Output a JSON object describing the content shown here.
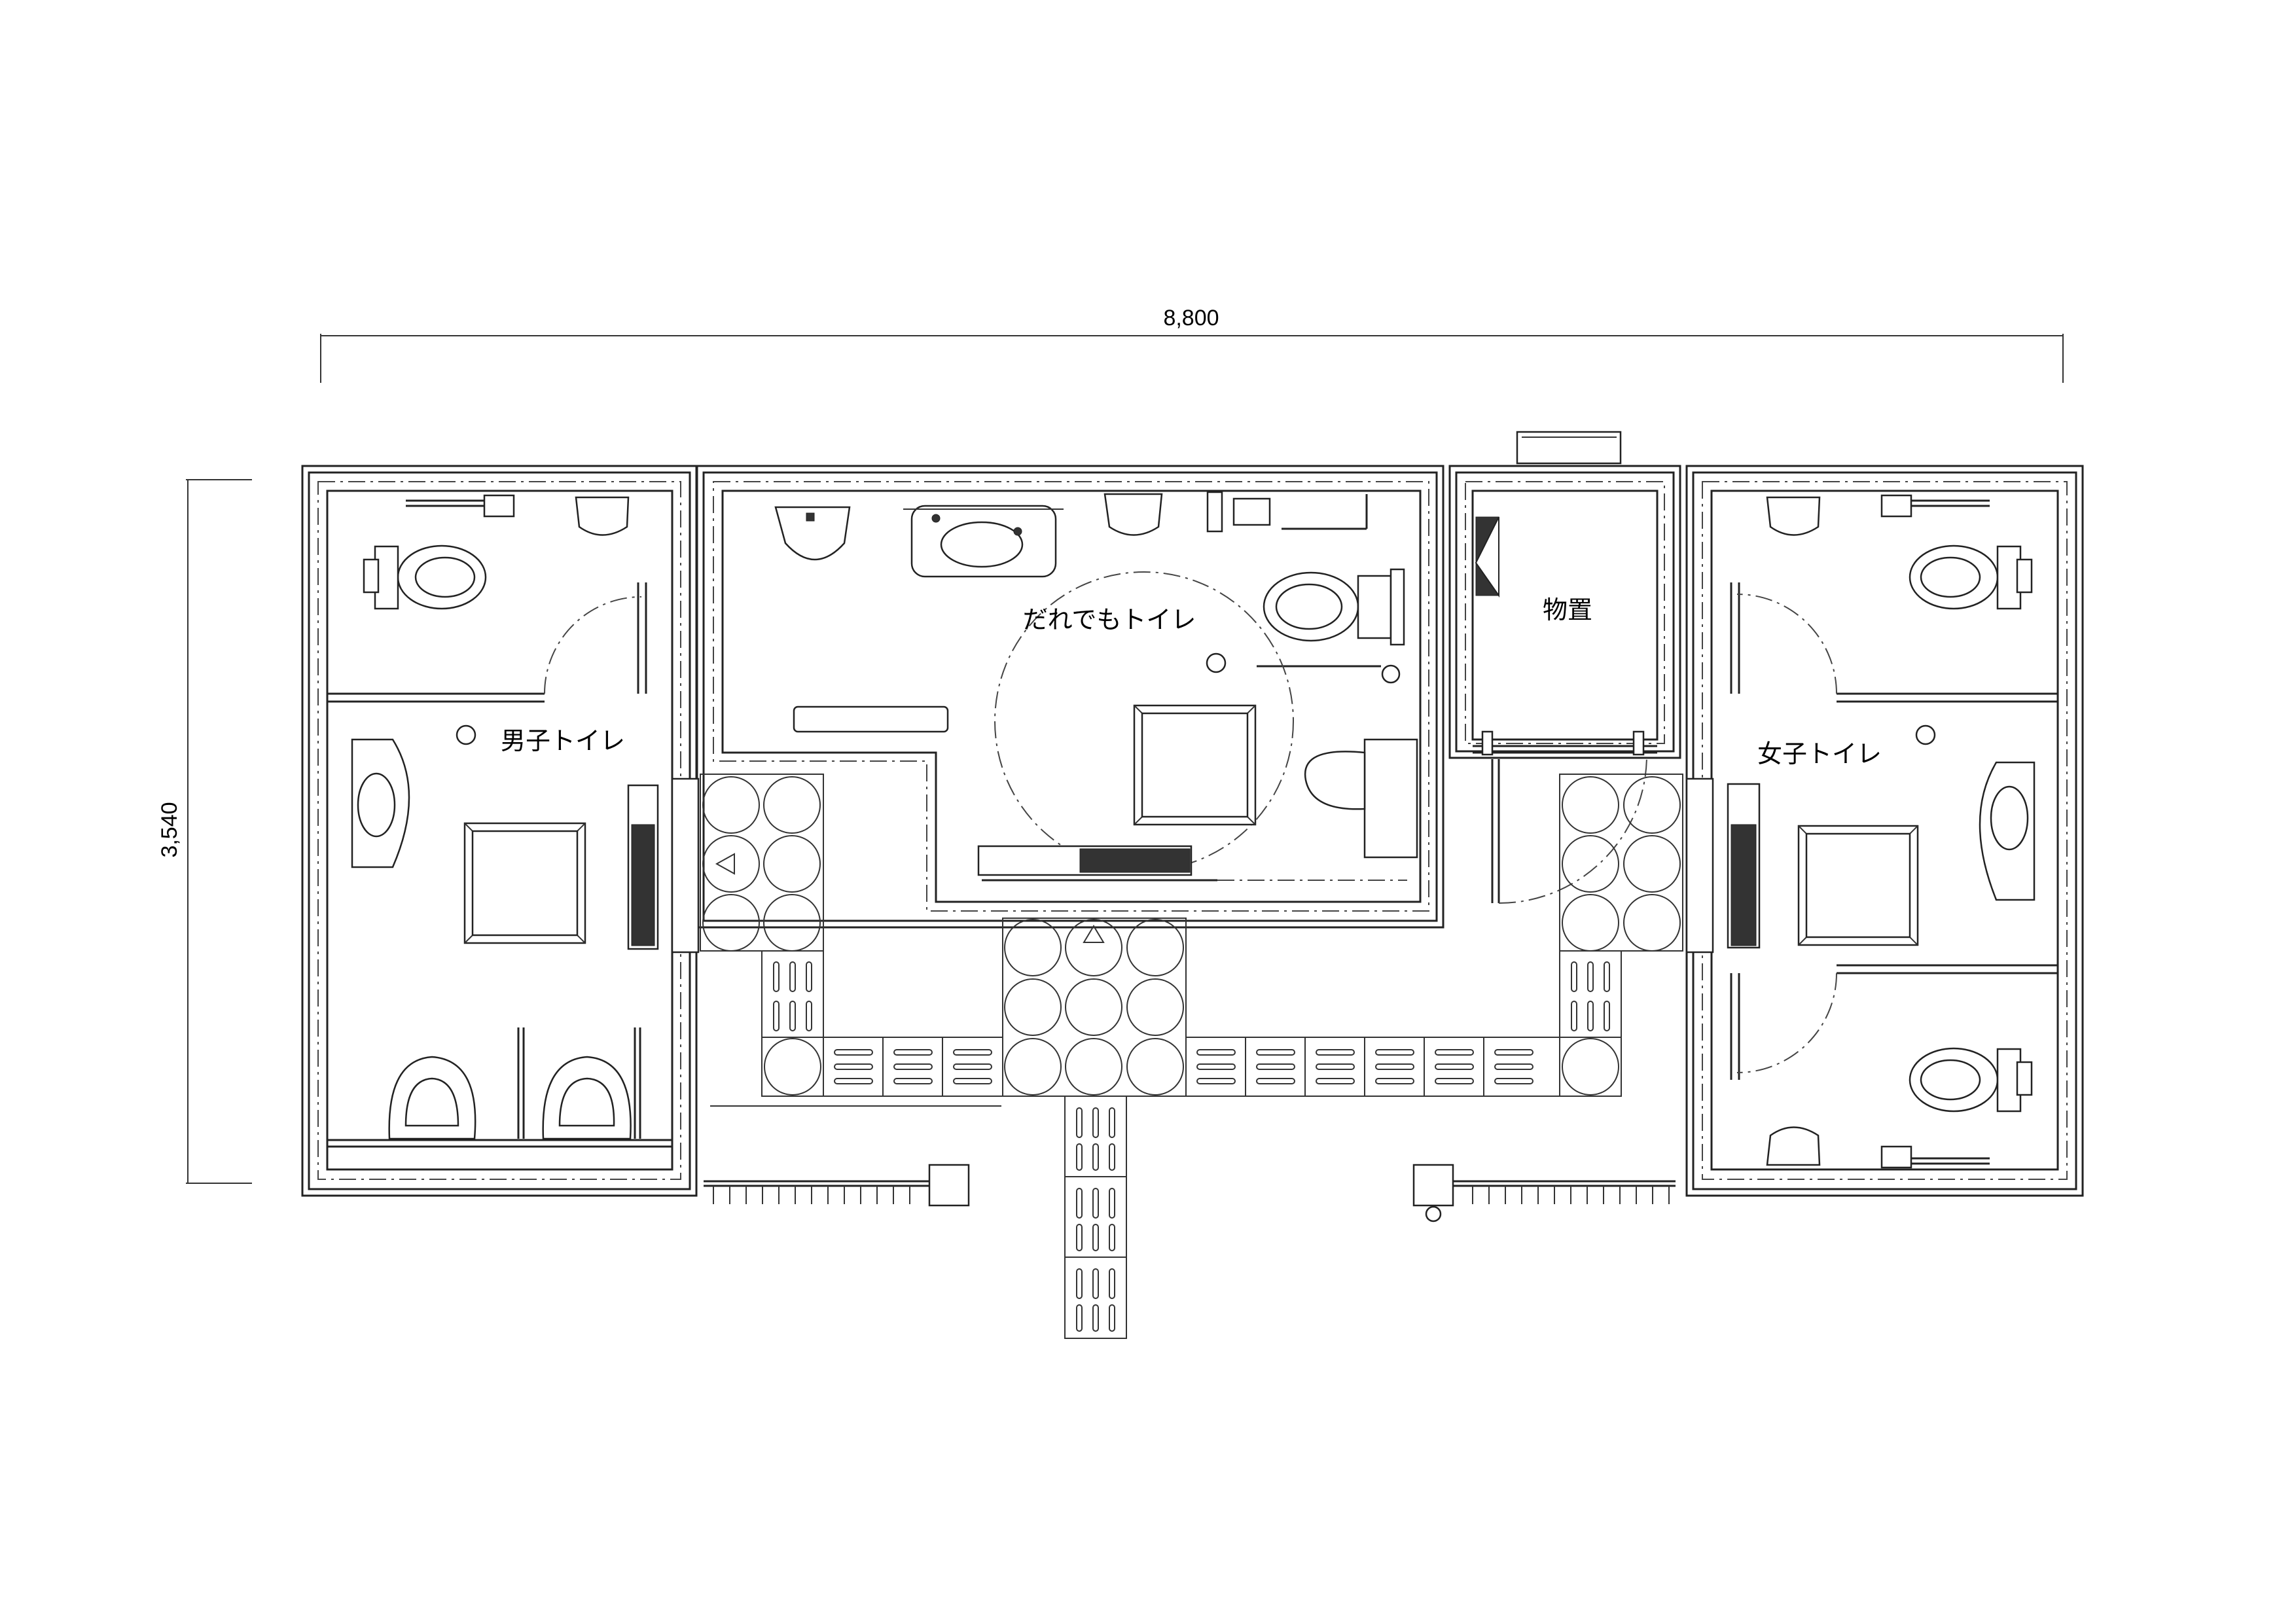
{
  "dimensions": {
    "width_label": "8,800",
    "depth_label": "3,540"
  },
  "rooms": {
    "mens": "男子トイレ",
    "universal": "だれでもトイレ",
    "storage": "物置",
    "womens": "女子トイレ"
  }
}
